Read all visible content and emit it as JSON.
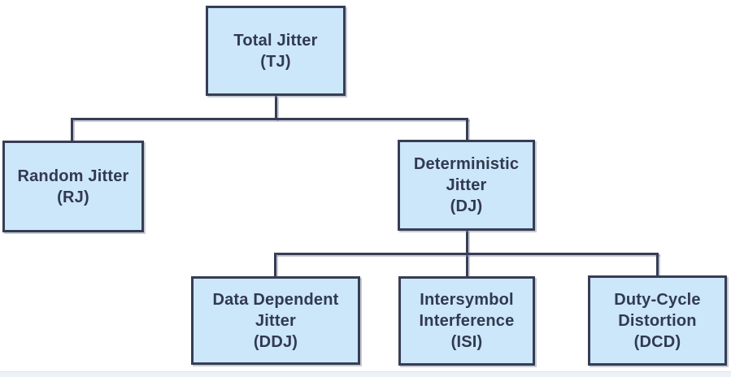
{
  "diagram": {
    "type": "tree",
    "nodes": {
      "tj": {
        "label": "Total Jitter\n(TJ)",
        "children": [
          "rj",
          "dj"
        ]
      },
      "rj": {
        "label": "Random Jitter\n(RJ)",
        "children": []
      },
      "dj": {
        "label": "Deterministic\nJitter\n(DJ)",
        "children": [
          "ddj",
          "isi",
          "dcd"
        ]
      },
      "ddj": {
        "label": "Data Dependent\nJitter\n(DDJ)",
        "children": []
      },
      "isi": {
        "label": "Intersymbol\nInterference\n(ISI)",
        "children": []
      },
      "dcd": {
        "label": "Duty-Cycle\nDistortion\n(DCD)",
        "children": []
      }
    }
  },
  "colors": {
    "bg": "#ffffff",
    "node-fill": "#cbe7f9",
    "node-border": "#363d54",
    "node-text": "#323950",
    "line": "#363d54",
    "footer-fill": "#edf2f9",
    "footer-edge": "#dde4f0"
  }
}
